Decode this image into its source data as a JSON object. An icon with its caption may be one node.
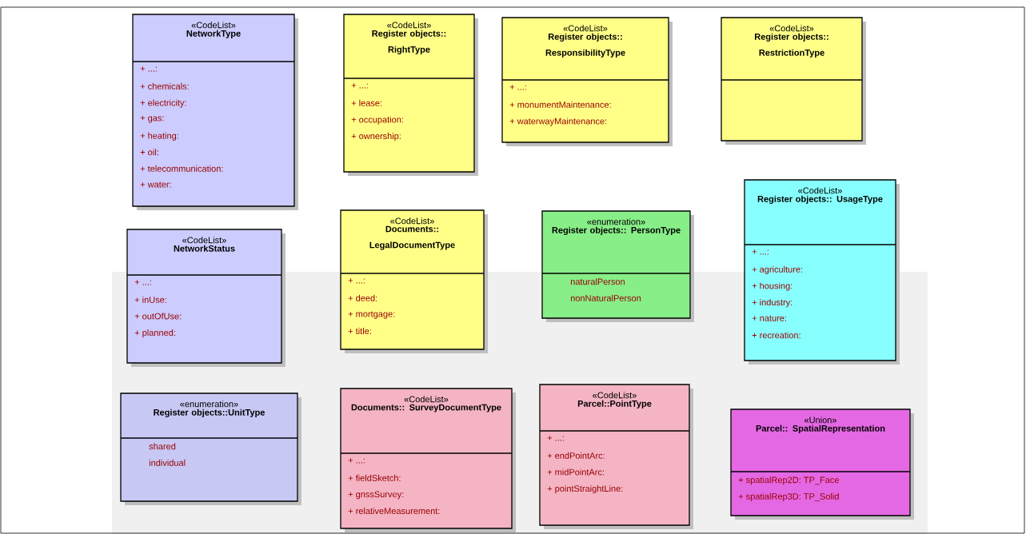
{
  "diagram": {
    "nodes": [
      {
        "text": [
          "«CodeList»",
          "NetworkType",
          "+ ...:",
          "+ chemicals:",
          "+ electricity:",
          "+ gas:",
          "+ heating:",
          "+ oil:",
          "+ telecommunication:",
          "+ water:"
        ]
      },
      {
        "text": [
          "«CodeList»",
          "Register objects:: RightType",
          "+ ...:",
          "+ lease:",
          "+ occupation:",
          "+ ownership:"
        ]
      },
      {
        "text": [
          "«CodeList»",
          "Register objects:: ResponsibilityType",
          "+ ...:",
          "+ monumentMaintenance:",
          "+ waterwayMaintenance:"
        ]
      },
      {
        "text": [
          "«CodeList»",
          "Register objects:: RestrictionType"
        ]
      },
      {
        "text": [
          "«CodeList»",
          "NetworkStatus",
          "+ ...:",
          "+ inUse:",
          "+ outOfUse:",
          "+ planned:"
        ]
      },
      {
        "text": [
          "«CodeList»",
          "Documents:: LegalDocumentType",
          "+ ...:",
          "+ deed:",
          "+ mortgage:",
          "+ title:"
        ]
      },
      {
        "text": [
          "«enumeration»",
          "Register objects:: PersonType",
          "naturalPerson",
          "nonNaturalPerson"
        ]
      },
      {
        "text": [
          "«CodeList»",
          "Register objects:: UsageType",
          "+ ...:",
          "+ agriculture:",
          "+ housing:",
          "+ industry:",
          "+ nature:",
          "+ recreation:"
        ]
      },
      {
        "text": [
          "«enumeration»",
          "Register objects::UnitType",
          "shared",
          "individual"
        ]
      },
      {
        "text": [
          "«CodeList»",
          "Documents:: SurveyDocumentType",
          "+ ...:",
          "+ fieldSketch:",
          "+ gnssSurvey:",
          "+ relativeMeasurement:"
        ]
      },
      {
        "text": [
          "«CodeList»",
          "Parcel::PointType",
          "+ ...:",
          "+ endPointArc:",
          "+ midPointArc:",
          "+ pointStraightLine:"
        ]
      },
      {
        "text": [
          "«Union»",
          "Parcel:: SpatialRepresentation",
          "+ spatialRep2D: TP_Face",
          "+ spatialRep3D: TP_Solid"
        ]
      }
    ]
  }
}
